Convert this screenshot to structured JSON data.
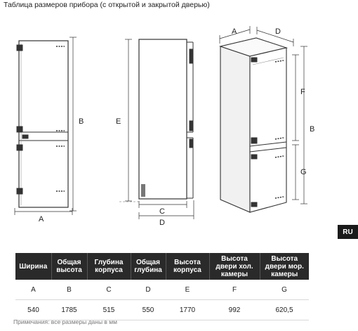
{
  "title": "Таблица размеров прибора (с открытой и закрытой дверью)",
  "drawing_labels": {
    "front_width": "A",
    "front_height": "B",
    "side_height": "E",
    "side_depth_body": "C",
    "side_depth_total": "D",
    "iso_width": "A",
    "iso_depth": "D",
    "iso_height": "B",
    "iso_door_upper": "F",
    "iso_door_lower": "G"
  },
  "lang_badge": "RU",
  "table": {
    "headers": [
      [
        "Ширина"
      ],
      [
        "Общая",
        "высота"
      ],
      [
        "Глубина",
        "корпуса"
      ],
      [
        "Общая",
        "глубина"
      ],
      [
        "Высота",
        "корпуса"
      ],
      [
        "Высота",
        "двери хол.",
        "камеры"
      ],
      [
        "Высота",
        "двери мор.",
        "камеры"
      ]
    ],
    "letters": [
      "A",
      "B",
      "C",
      "D",
      "E",
      "F",
      "G"
    ],
    "values": [
      "540",
      "1785",
      "515",
      "550",
      "1770",
      "992",
      "620,5"
    ]
  },
  "note": "Примечания: все размеры даны в мм"
}
